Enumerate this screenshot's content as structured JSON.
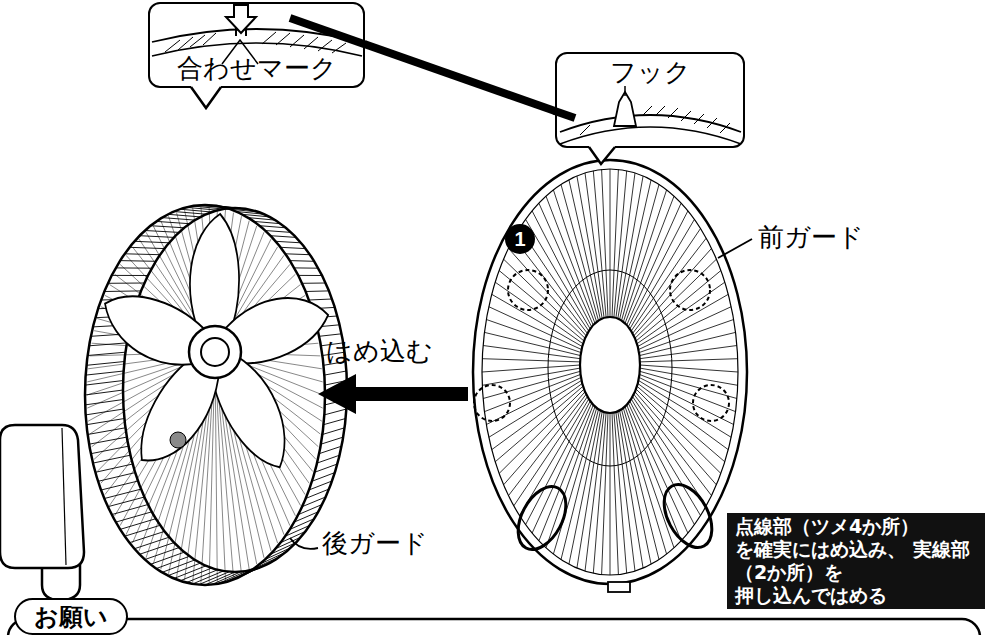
{
  "diagram": {
    "nodes": [
      {
        "text": [
          "合わせマーク"
        ]
      },
      {
        "text": [
          "フック"
        ]
      },
      {
        "text": [
          "1"
        ]
      },
      {
        "text": [
          "点線部（ツメ4か所） を確実にはめ込み、 実線部（2か所）を 押し込んではめる"
        ]
      },
      {
        "text": [
          "お願い"
        ]
      }
    ],
    "edges": [
      {
        "from": 1,
        "to": 0,
        "arrow": "none"
      }
    ],
    "labels": [
      "前ガード",
      "はめ込む",
      "後ガード"
    ]
  }
}
